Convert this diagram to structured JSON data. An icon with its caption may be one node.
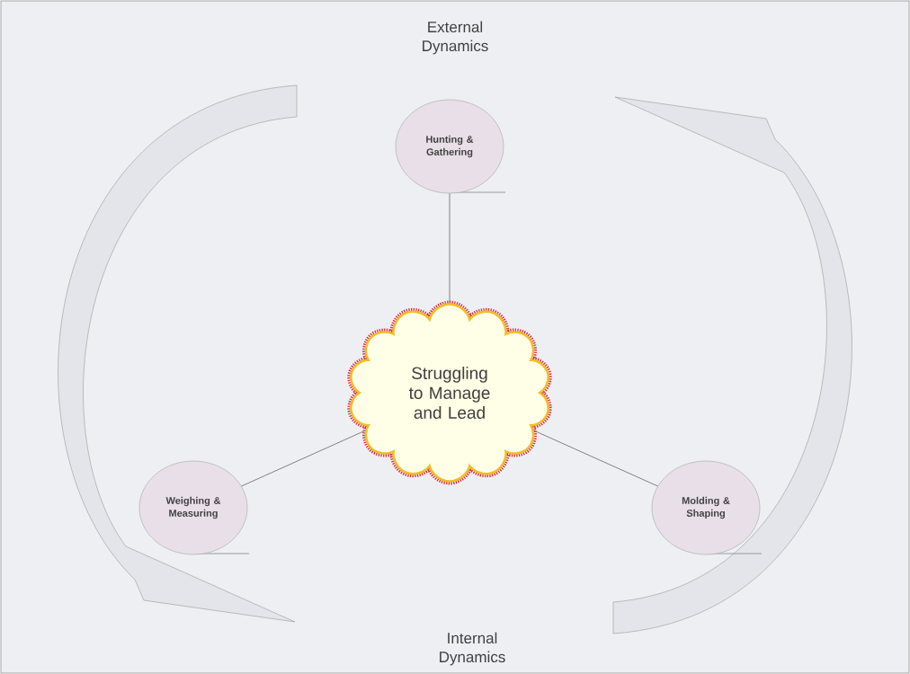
{
  "diagram": {
    "nodes": [
      {
        "text": [
          "Hunting & Gathering"
        ]
      },
      {
        "text": [
          "Struggling to Manage and Lead"
        ]
      },
      {
        "text": [
          "Weighing & Measuring"
        ]
      },
      {
        "text": [
          "Molding & Shaping"
        ]
      }
    ],
    "edges": [
      {
        "from": 1,
        "to": 0,
        "arrow": "none"
      },
      {
        "from": 1,
        "to": 2,
        "arrow": "none"
      },
      {
        "from": 1,
        "to": 3,
        "arrow": "none"
      }
    ],
    "labels": [
      "External Dynamics",
      "Internal Dynamics"
    ]
  }
}
